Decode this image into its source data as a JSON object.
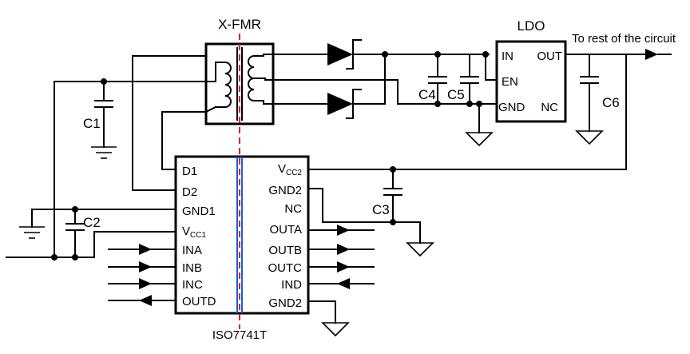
{
  "labels": {
    "transformer": "X-FMR",
    "ldo": "LDO",
    "output_net": "To rest of the circuit",
    "isolator_part": "ISO7741T",
    "c1": "C1",
    "c2": "C2",
    "c3": "C3",
    "c4": "C4",
    "c5": "C5",
    "c6": "C6"
  },
  "ldo_pins": {
    "in": "IN",
    "en": "EN",
    "gnd": "GND",
    "out": "OUT",
    "nc": "NC"
  },
  "isolator_left_pins": {
    "d1": "D1",
    "d2": "D2",
    "gnd1": "GND1",
    "vcc1_main": "V",
    "vcc1_sub": "CC1",
    "ina": "INA",
    "inb": "INB",
    "inc": "INC",
    "outd": "OUTD"
  },
  "isolator_right_pins": {
    "vcc2_main": "V",
    "vcc2_sub": "CC2",
    "gnd2_top": "GND2",
    "nc": "NC",
    "outa": "OUTA",
    "outb": "OUTB",
    "outc": "OUTC",
    "ind": "IND",
    "gnd2_bottom": "GND2"
  },
  "colors": {
    "wire": "#000000",
    "isolation_barrier": "#e0202a",
    "isolation_coupling": "#1a5fd0"
  }
}
